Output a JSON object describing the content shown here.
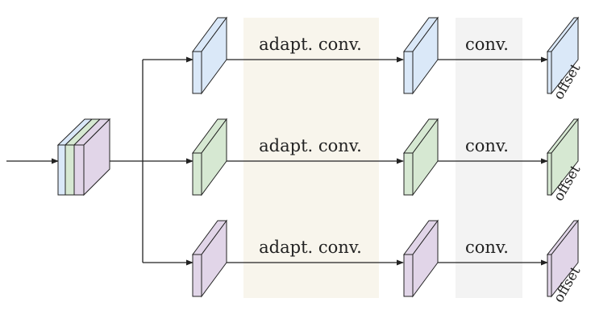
{
  "diagram": {
    "labels": {
      "adapt_conv": "adapt. conv.",
      "conv": "conv.",
      "offset": "offset"
    },
    "colors": {
      "blue": "#dae8f8",
      "green": "#d6e8d2",
      "purple": "#e1d5e8",
      "stroke": "#222222",
      "band_adapt": "#f8f5ec",
      "band_conv": "#f3f3f3"
    },
    "branches": [
      {
        "name": "blue",
        "color": "#dae8f8"
      },
      {
        "name": "green",
        "color": "#d6e8d2"
      },
      {
        "name": "purple",
        "color": "#e1d5e8"
      }
    ]
  }
}
